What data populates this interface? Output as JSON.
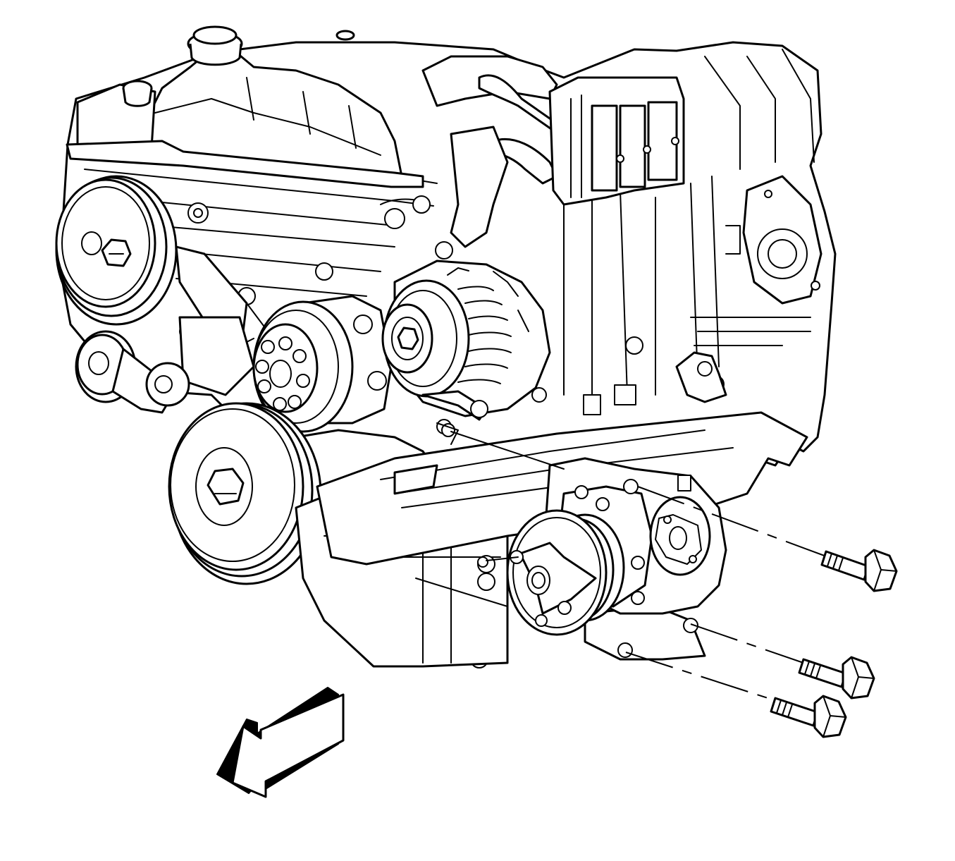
{
  "diagram": {
    "type": "line-art exploded view",
    "colors": {
      "stroke": "#000000",
      "background": "#ffffff"
    },
    "parts": [
      "engine-block",
      "engine-cover",
      "filler-cap",
      "power-steering-pulley",
      "belt-tensioner",
      "crankshaft-pulley",
      "water-pump-pulley",
      "generator",
      "ignition-coil-pack",
      "mounting-bracket",
      "ac-compressor",
      "compressor-clutch",
      "compressor-bolts"
    ],
    "bolt_count": 3,
    "direction_indicator": "front-arrow"
  }
}
